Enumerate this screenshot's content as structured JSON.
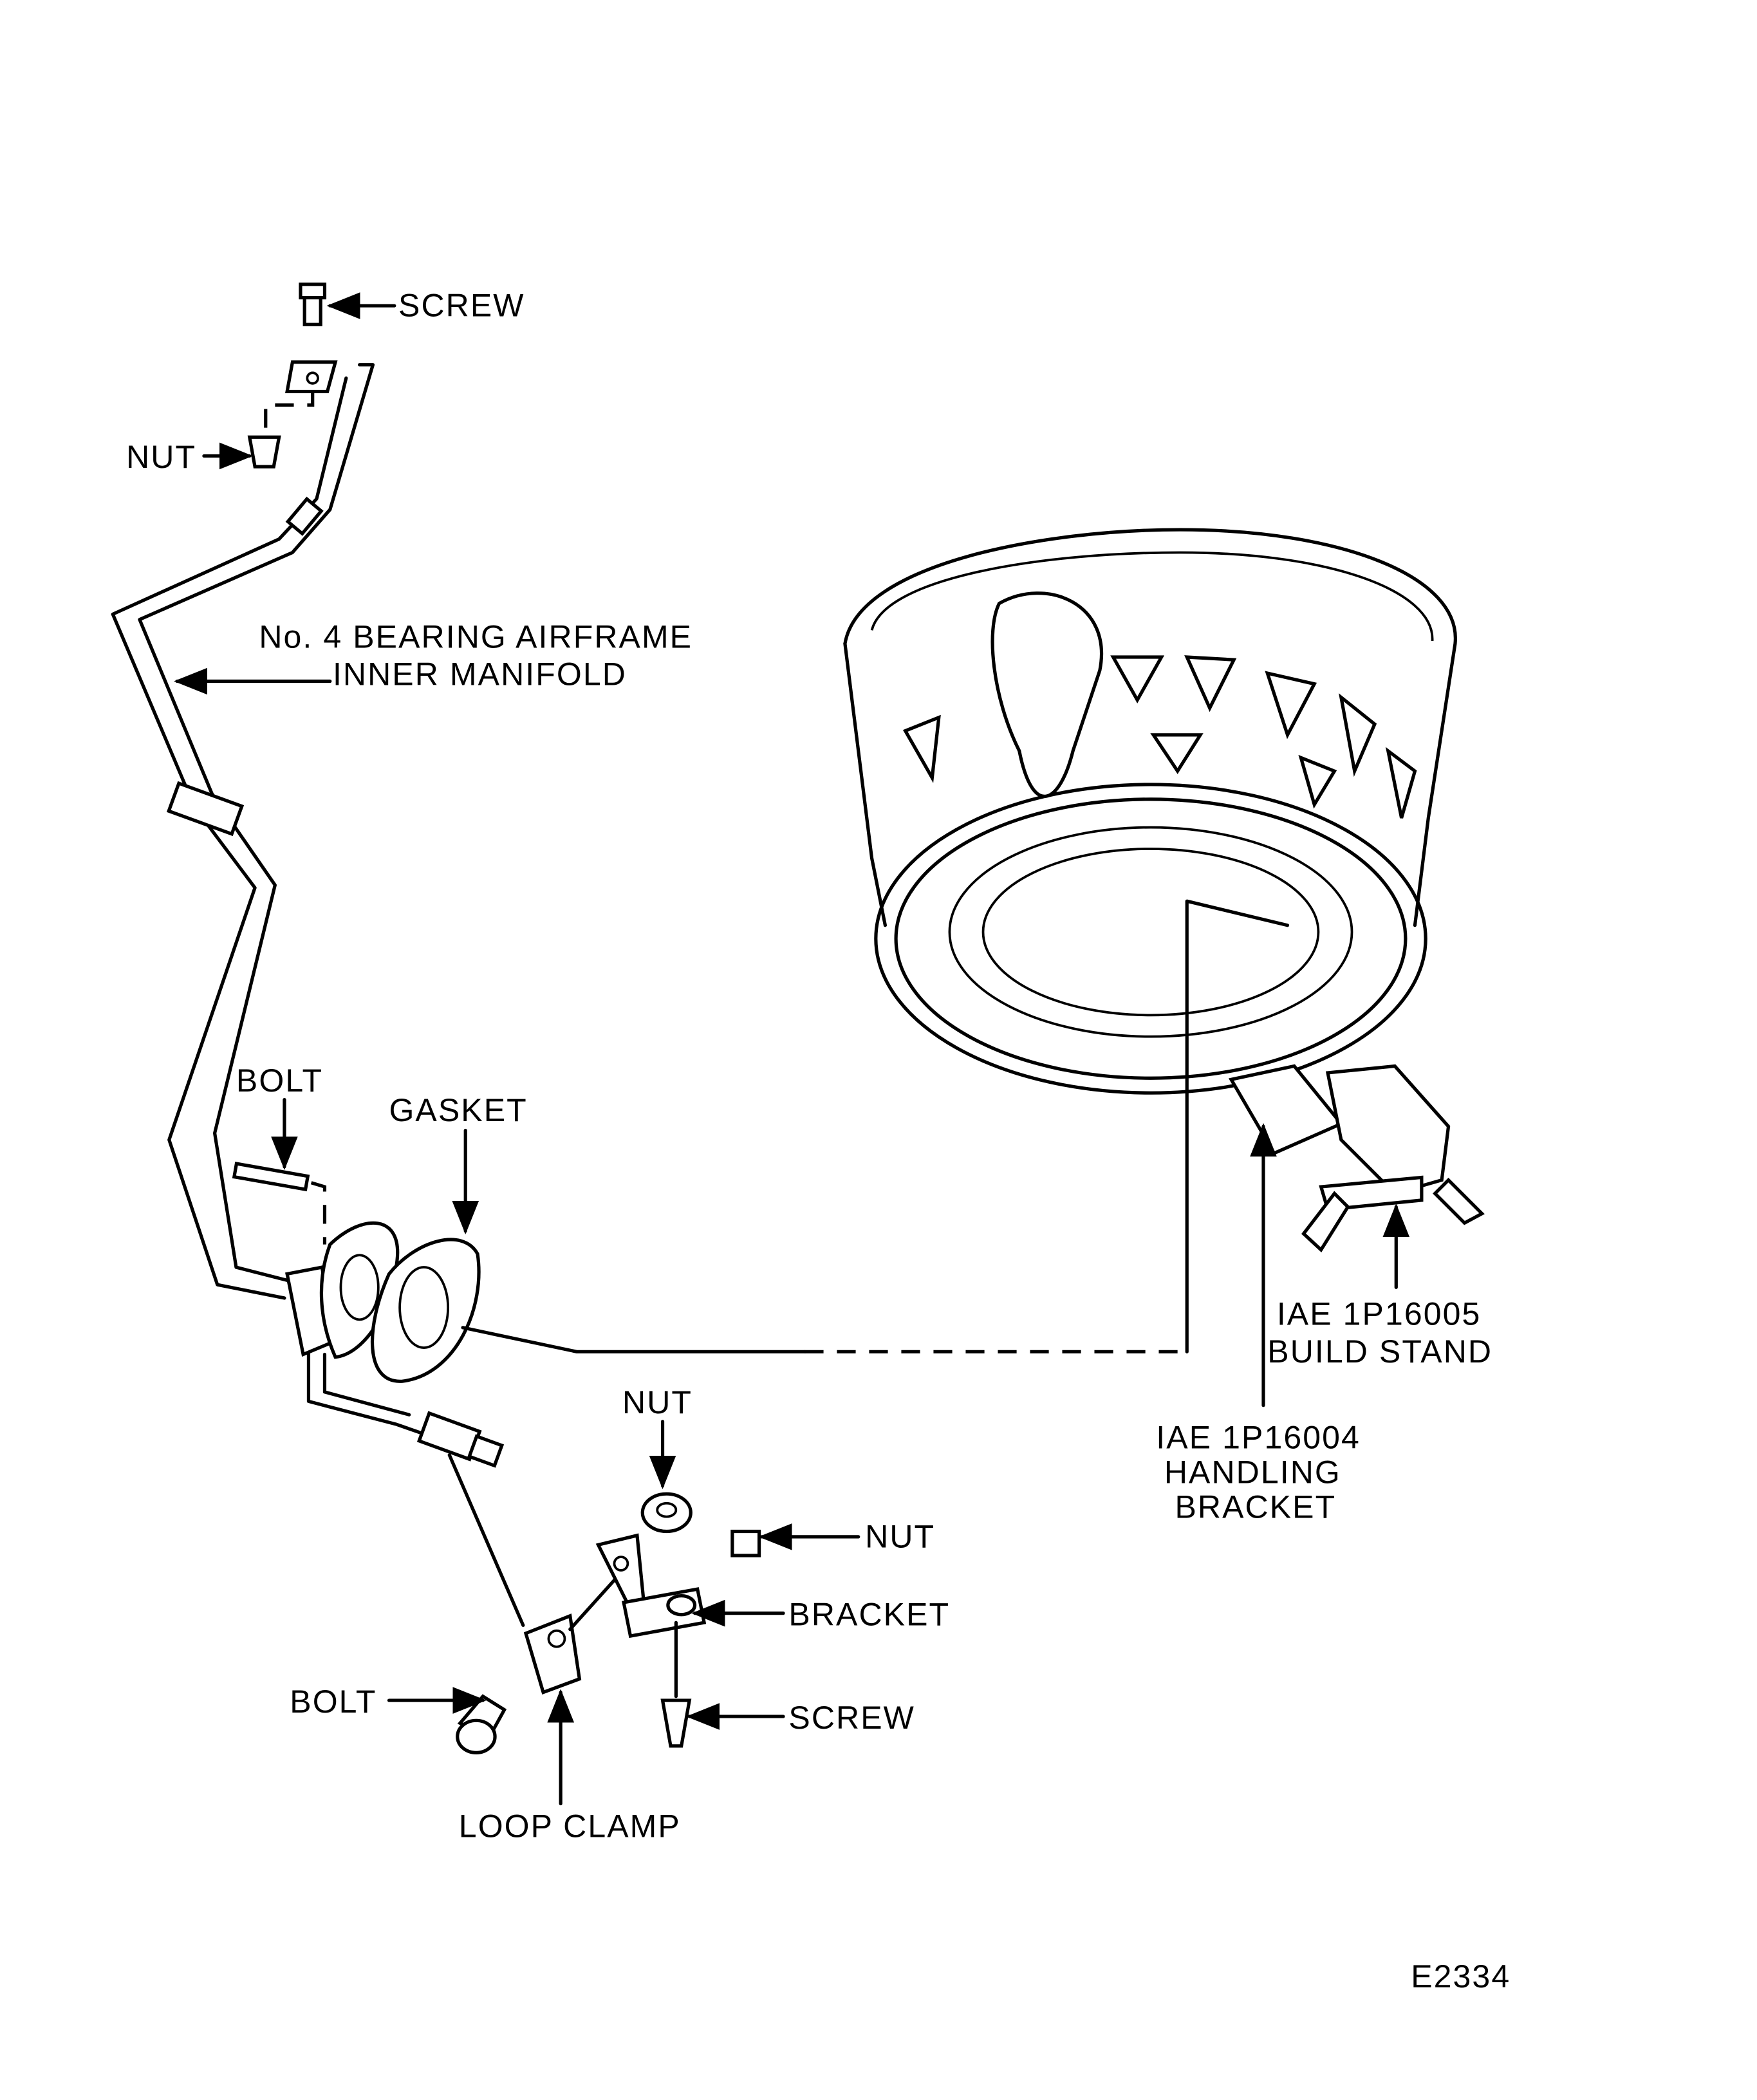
{
  "figure_id": "E2334",
  "labels": {
    "screw_top": "SCREW",
    "nut_top": "NUT",
    "manifold_line1": "No. 4 BEARING AIRFRAME",
    "manifold_line2": "INNER MANIFOLD",
    "bolt_upper": "BOLT",
    "gasket": "GASKET",
    "nut_mid": "NUT",
    "nut_right": "NUT",
    "bracket": "BRACKET",
    "screw_bottom": "SCREW",
    "bolt_lower": "BOLT",
    "loop_clamp": "LOOP CLAMP",
    "build_stand_line1": "IAE 1P16005",
    "build_stand_line2": "BUILD STAND",
    "handling_bracket_line1": "IAE 1P16004",
    "handling_bracket_line2": "HANDLING",
    "handling_bracket_line3": "BRACKET"
  },
  "colors": {
    "ink": "#000000",
    "paper": "#ffffff"
  }
}
